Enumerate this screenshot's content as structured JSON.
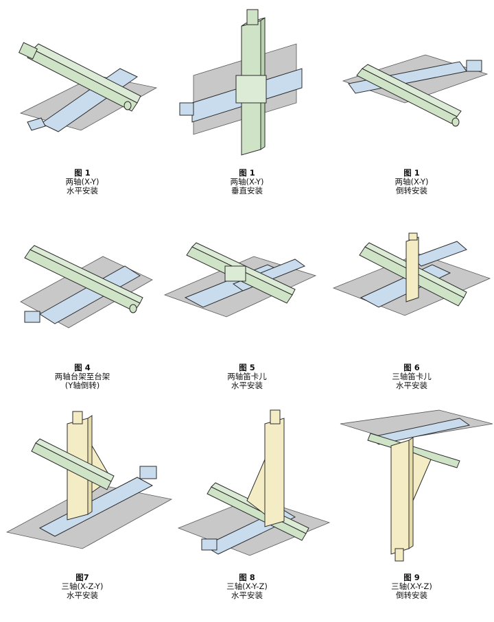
{
  "figures": [
    {
      "label": "图 1",
      "lines": [
        "两轴(X-Y)",
        "水平安装"
      ]
    },
    {
      "label": "图 1",
      "lines": [
        "两轴(X-Y)",
        "垂直安装"
      ]
    },
    {
      "label": "图 1",
      "lines": [
        "两轴(X-Y)",
        "倒转安装"
      ]
    },
    {
      "label": "图 4",
      "lines": [
        "两轴台架至台架",
        "(Y轴倒转)"
      ]
    },
    {
      "label": "图 5",
      "lines": [
        "两轴笛卡儿",
        "水平安装"
      ]
    },
    {
      "label": "图 6",
      "lines": [
        "三轴笛卡儿",
        "水平安装"
      ]
    },
    {
      "label": "图7",
      "lines": [
        "三轴(X-Z-Y)",
        "水平安装"
      ]
    },
    {
      "label": "图 8",
      "lines": [
        "三轴(X-Y-Z)",
        "水平安装"
      ]
    },
    {
      "label": "图 9",
      "lines": [
        "三轴(X-Y-Z)",
        "倒转安装"
      ]
    }
  ],
  "colors": {
    "plate": "#c8c8c8",
    "green_axis": "#cfe3c6",
    "blue_axis": "#c8dcee",
    "yellow_axis": "#f4ecc4",
    "outline": "#2a2a2a"
  }
}
